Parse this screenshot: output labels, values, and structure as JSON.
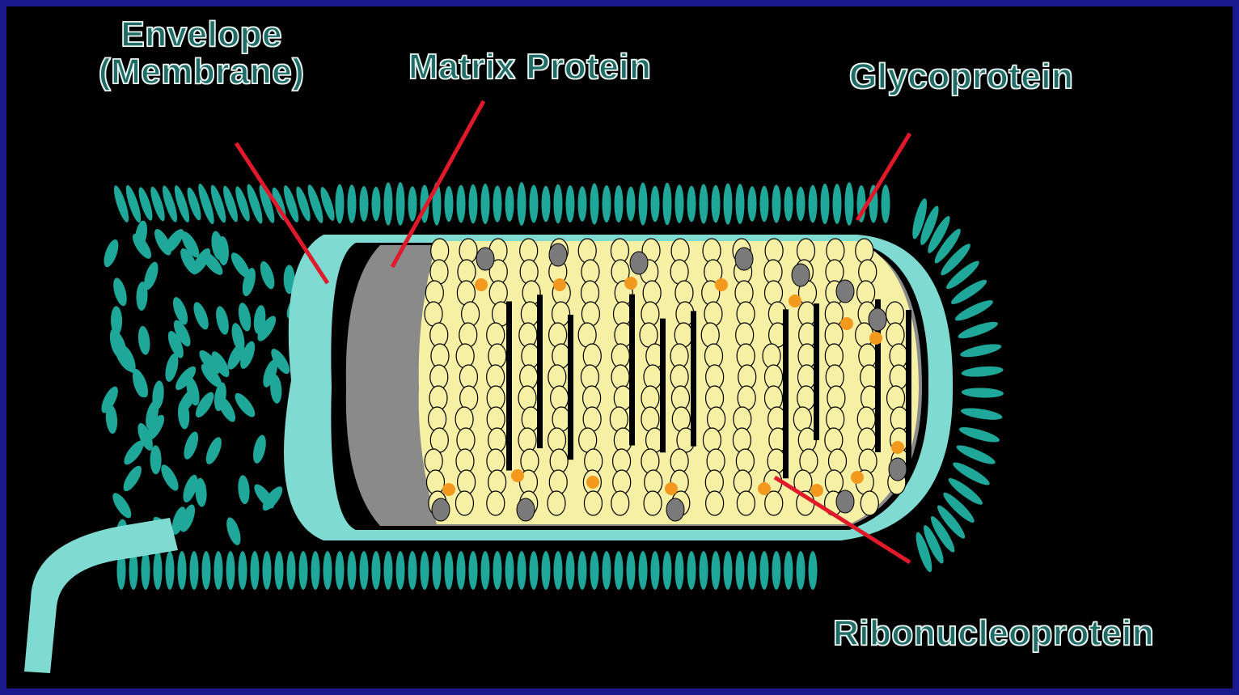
{
  "labels": {
    "envelope_line1": "Envelope",
    "envelope_line2": "(Membrane)",
    "matrix": "Matrix Protein",
    "glycoprotein": "Glycoprotein",
    "ribonucleoprotein": "Ribonucleoprotein"
  },
  "colors": {
    "background": "#000000",
    "frame": "#1b1a8c",
    "membrane": "#7fdbd2",
    "spike": "#1fa89a",
    "matrix": "#8a8a8a",
    "rnp": "#f6f0a4",
    "rnp_dark": "#7a7a7a",
    "dot": "#f39a1e",
    "pointer": "#e01a2a",
    "label_text": "#1f6b66",
    "label_outline": "#e8f2ef"
  }
}
